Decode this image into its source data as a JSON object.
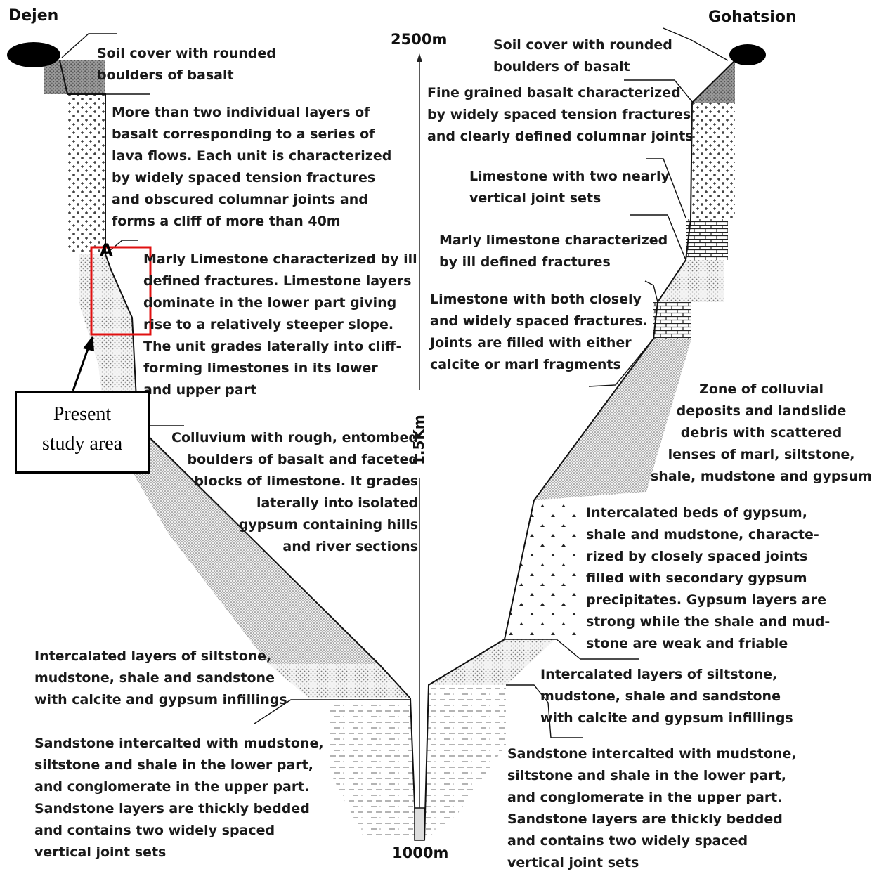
{
  "places": {
    "left": "Dejen",
    "right": "Gohatsion"
  },
  "elevations": {
    "top": "2500m",
    "bottom": "1000m",
    "depth": "1.5Km"
  },
  "marker": "A",
  "study_area": {
    "line1": "Present",
    "line2": "study area"
  },
  "left_labels": [
    "Soil cover with rounded\nboulders of basalt",
    "More than two individual layers of\nbasalt corresponding to a series of\nlava flows. Each unit is characterized\nby widely spaced tension fractures\nand obscured columnar joints and\nforms a cliff of more than 40m",
    "Marly Limestone characterized by ill\ndefined fractures. Limestone layers\ndominate in the lower part giving\nrise to a relatively steeper slope.\nThe unit grades laterally into cliff-\nforming limestones in its lower\nand upper part",
    "Colluvium with rough, entombed\nboulders of basalt and faceted\nblocks of limestone. It grades\nlaterally into isolated\ngypsum containing hills\nand river sections",
    "Intercalated layers of siltstone,\nmudstone, shale and sandstone\nwith calcite and gypsum infillings",
    "Sandstone intercalted with mudstone,\nsiltstone and shale in the lower part,\nand conglomerate in the upper part.\nSandstone layers are thickly bedded\nand contains two widely spaced\nvertical joint sets"
  ],
  "right_labels": [
    "Soil cover with rounded\nboulders of basalt",
    "Fine grained basalt characterized\nby widely spaced tension fractures\nand clearly defined columnar joints",
    "Limestone with two nearly\nvertical joint sets",
    "Marly limestone characterized\nby ill defined fractures",
    "Limestone with both closely\nand widely spaced fractures.\nJoints are filled with either\ncalcite or marl fragments",
    "Zone of colluvial\ndeposits and landslide\ndebris with scattered\nlenses of marl, siltstone,\nshale, mudstone and gypsum",
    "Intercalated beds of gypsum,\nshale and mudstone, characte-\nrized by closely spaced joints\nfilled with secondary gypsum\nprecipitates. Gypsum layers are\nstrong while the shale and mud-\nstone are weak and friable",
    "Intercalated layers of siltstone,\nmudstone, shale and sandstone\nwith calcite and gypsum infillings",
    "Sandstone intercalted with mudstone,\nsiltstone and shale in the lower part,\nand conglomerate in the upper part.\nSandstone layers are thickly bedded\nand contains two widely spaced\nvertical joint sets"
  ],
  "colors": {
    "ink": "#111111",
    "highlight": "#e01010"
  }
}
